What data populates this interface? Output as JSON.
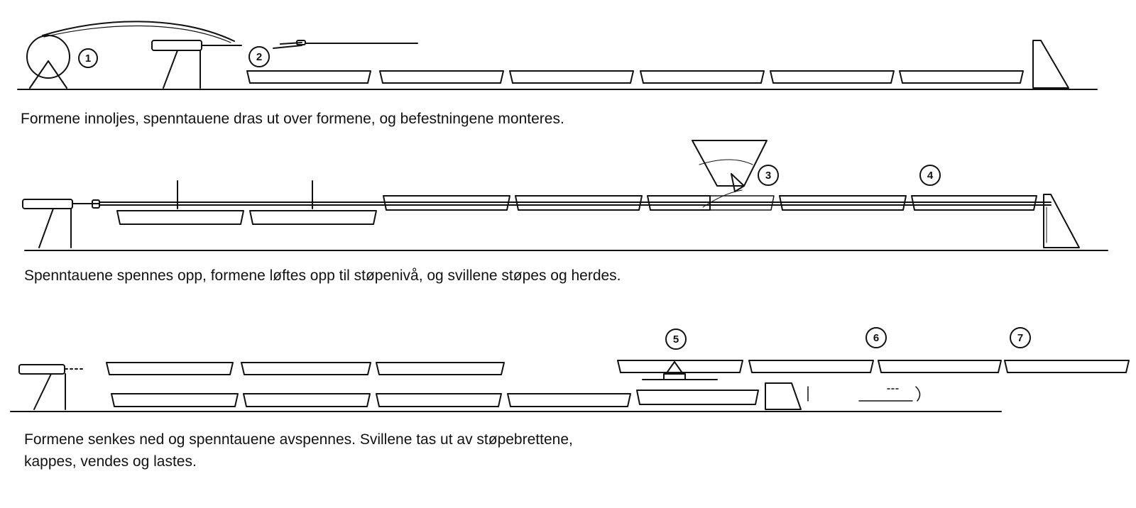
{
  "captions": {
    "stage1": "Formene innoljes, spenntauene dras ut over formene, og befestningene monteres.",
    "stage2": "Spenntauene spennes opp, formene løftes opp til støpenivå, og svillene støpes og herdes.",
    "stage3_line1": "Formene senkes ned og spenntauene avspennes. Svillene tas ut av støpebrettene,",
    "stage3_line2": "kappes, vendes og lastes."
  },
  "markers": {
    "m1": "1",
    "m2": "2",
    "m3": "3",
    "m4": "4",
    "m5": "5",
    "m6": "6",
    "m7": "7"
  }
}
